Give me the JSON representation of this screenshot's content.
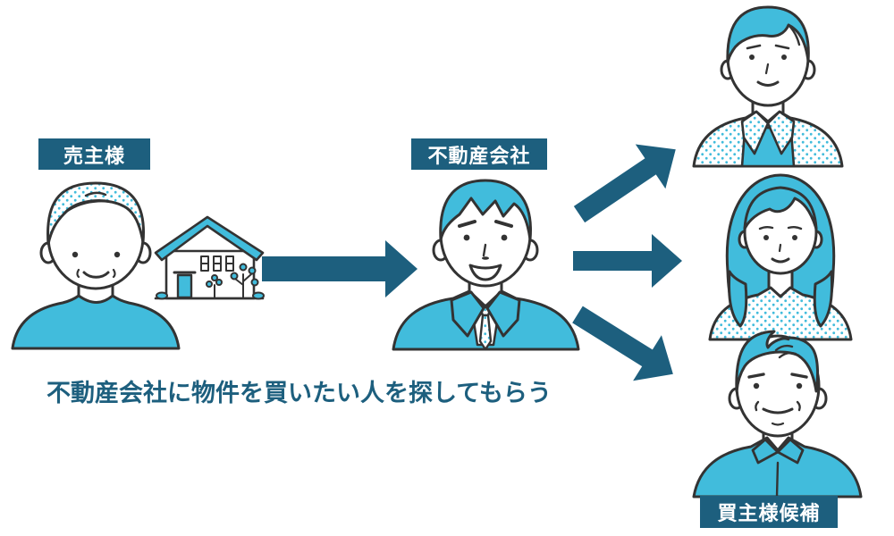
{
  "diagram": {
    "title_caption": "不動産会社に物件を買いたい人を探してもらう",
    "nodes": {
      "seller": {
        "label": "売主様",
        "figure": "person-dotted-hair-cyan-shirt",
        "icon": "house-icon"
      },
      "agent": {
        "label": "不動産会社",
        "figure": "businessman-cyan-suit-dotted-tie"
      },
      "buyer_candidates": {
        "label": "買主様候補",
        "figures": [
          "man-dotted-jacket-cyan-tee",
          "woman-cyan-hair-dotted-top",
          "man-cyan-collared-shirt"
        ]
      }
    },
    "arrows": [
      {
        "name": "seller-to-agent",
        "direction": "right"
      },
      {
        "name": "agent-to-buyer-top",
        "direction": "up-right"
      },
      {
        "name": "agent-to-buyer-middle",
        "direction": "right"
      },
      {
        "name": "agent-to-buyer-bottom",
        "direction": "down-right"
      }
    ],
    "colors": {
      "label_background": "#1d5f7e",
      "label_text": "#ffffff",
      "arrow": "#1d5f7e",
      "caption_text": "#1d5f7e",
      "illustration_accent": "#41bcdc",
      "illustration_outline": "#333333",
      "background": "#ffffff"
    }
  }
}
